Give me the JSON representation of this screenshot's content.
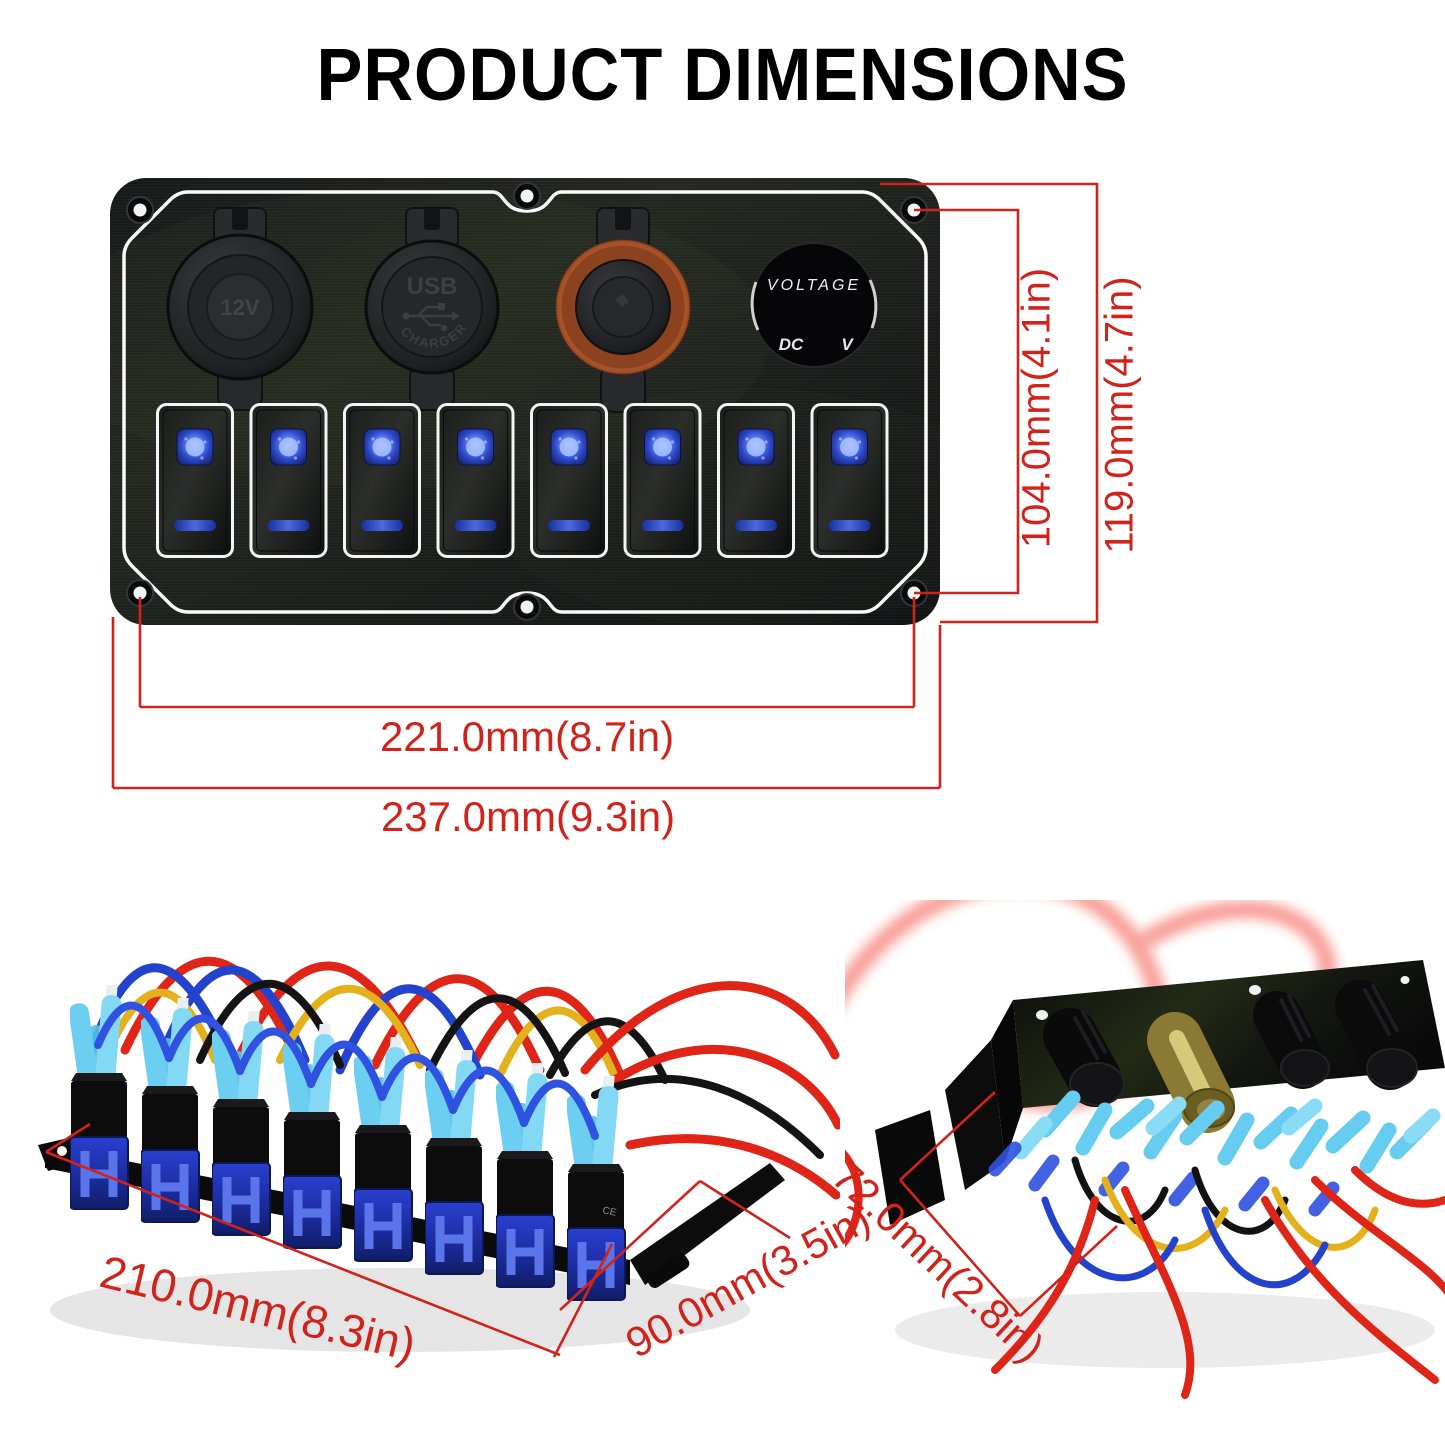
{
  "title": "PRODUCT DIMENSIONS",
  "front_view": {
    "panel_switch_count": 8,
    "voltmeter": {
      "title": "VOLTAGE",
      "left": "DC",
      "right": "V"
    },
    "usb_socket": {
      "label": "USB",
      "curved_label": "CHARGER"
    },
    "lighter_socket": {
      "embossed_label": "12V"
    },
    "dimensions": {
      "screw_span_height": "104.0mm(4.1in)",
      "panel_height": "119.0mm(4.7in)",
      "screw_span_width": "221.0mm(8.7in)",
      "panel_width": "237.0mm(9.3in)"
    }
  },
  "rear_view": {
    "housing_mark": "CE",
    "dimensions": {
      "body_width": "210.0mm(8.3in)",
      "body_depth": "90.0mm(3.5in)",
      "mount_height": "72.0mm(2.8in)"
    }
  },
  "colors": {
    "title_blue": "#19379b",
    "dimension_red": "#d0231b",
    "led_blue": "#4a6af0",
    "socket_ring_orange": "#a04a27",
    "connector_cyan": "#6ccff1",
    "wire_red": "#df2418",
    "wire_blue": "#2443cc",
    "wire_yellow": "#e2b11c",
    "wire_black": "#141414"
  }
}
